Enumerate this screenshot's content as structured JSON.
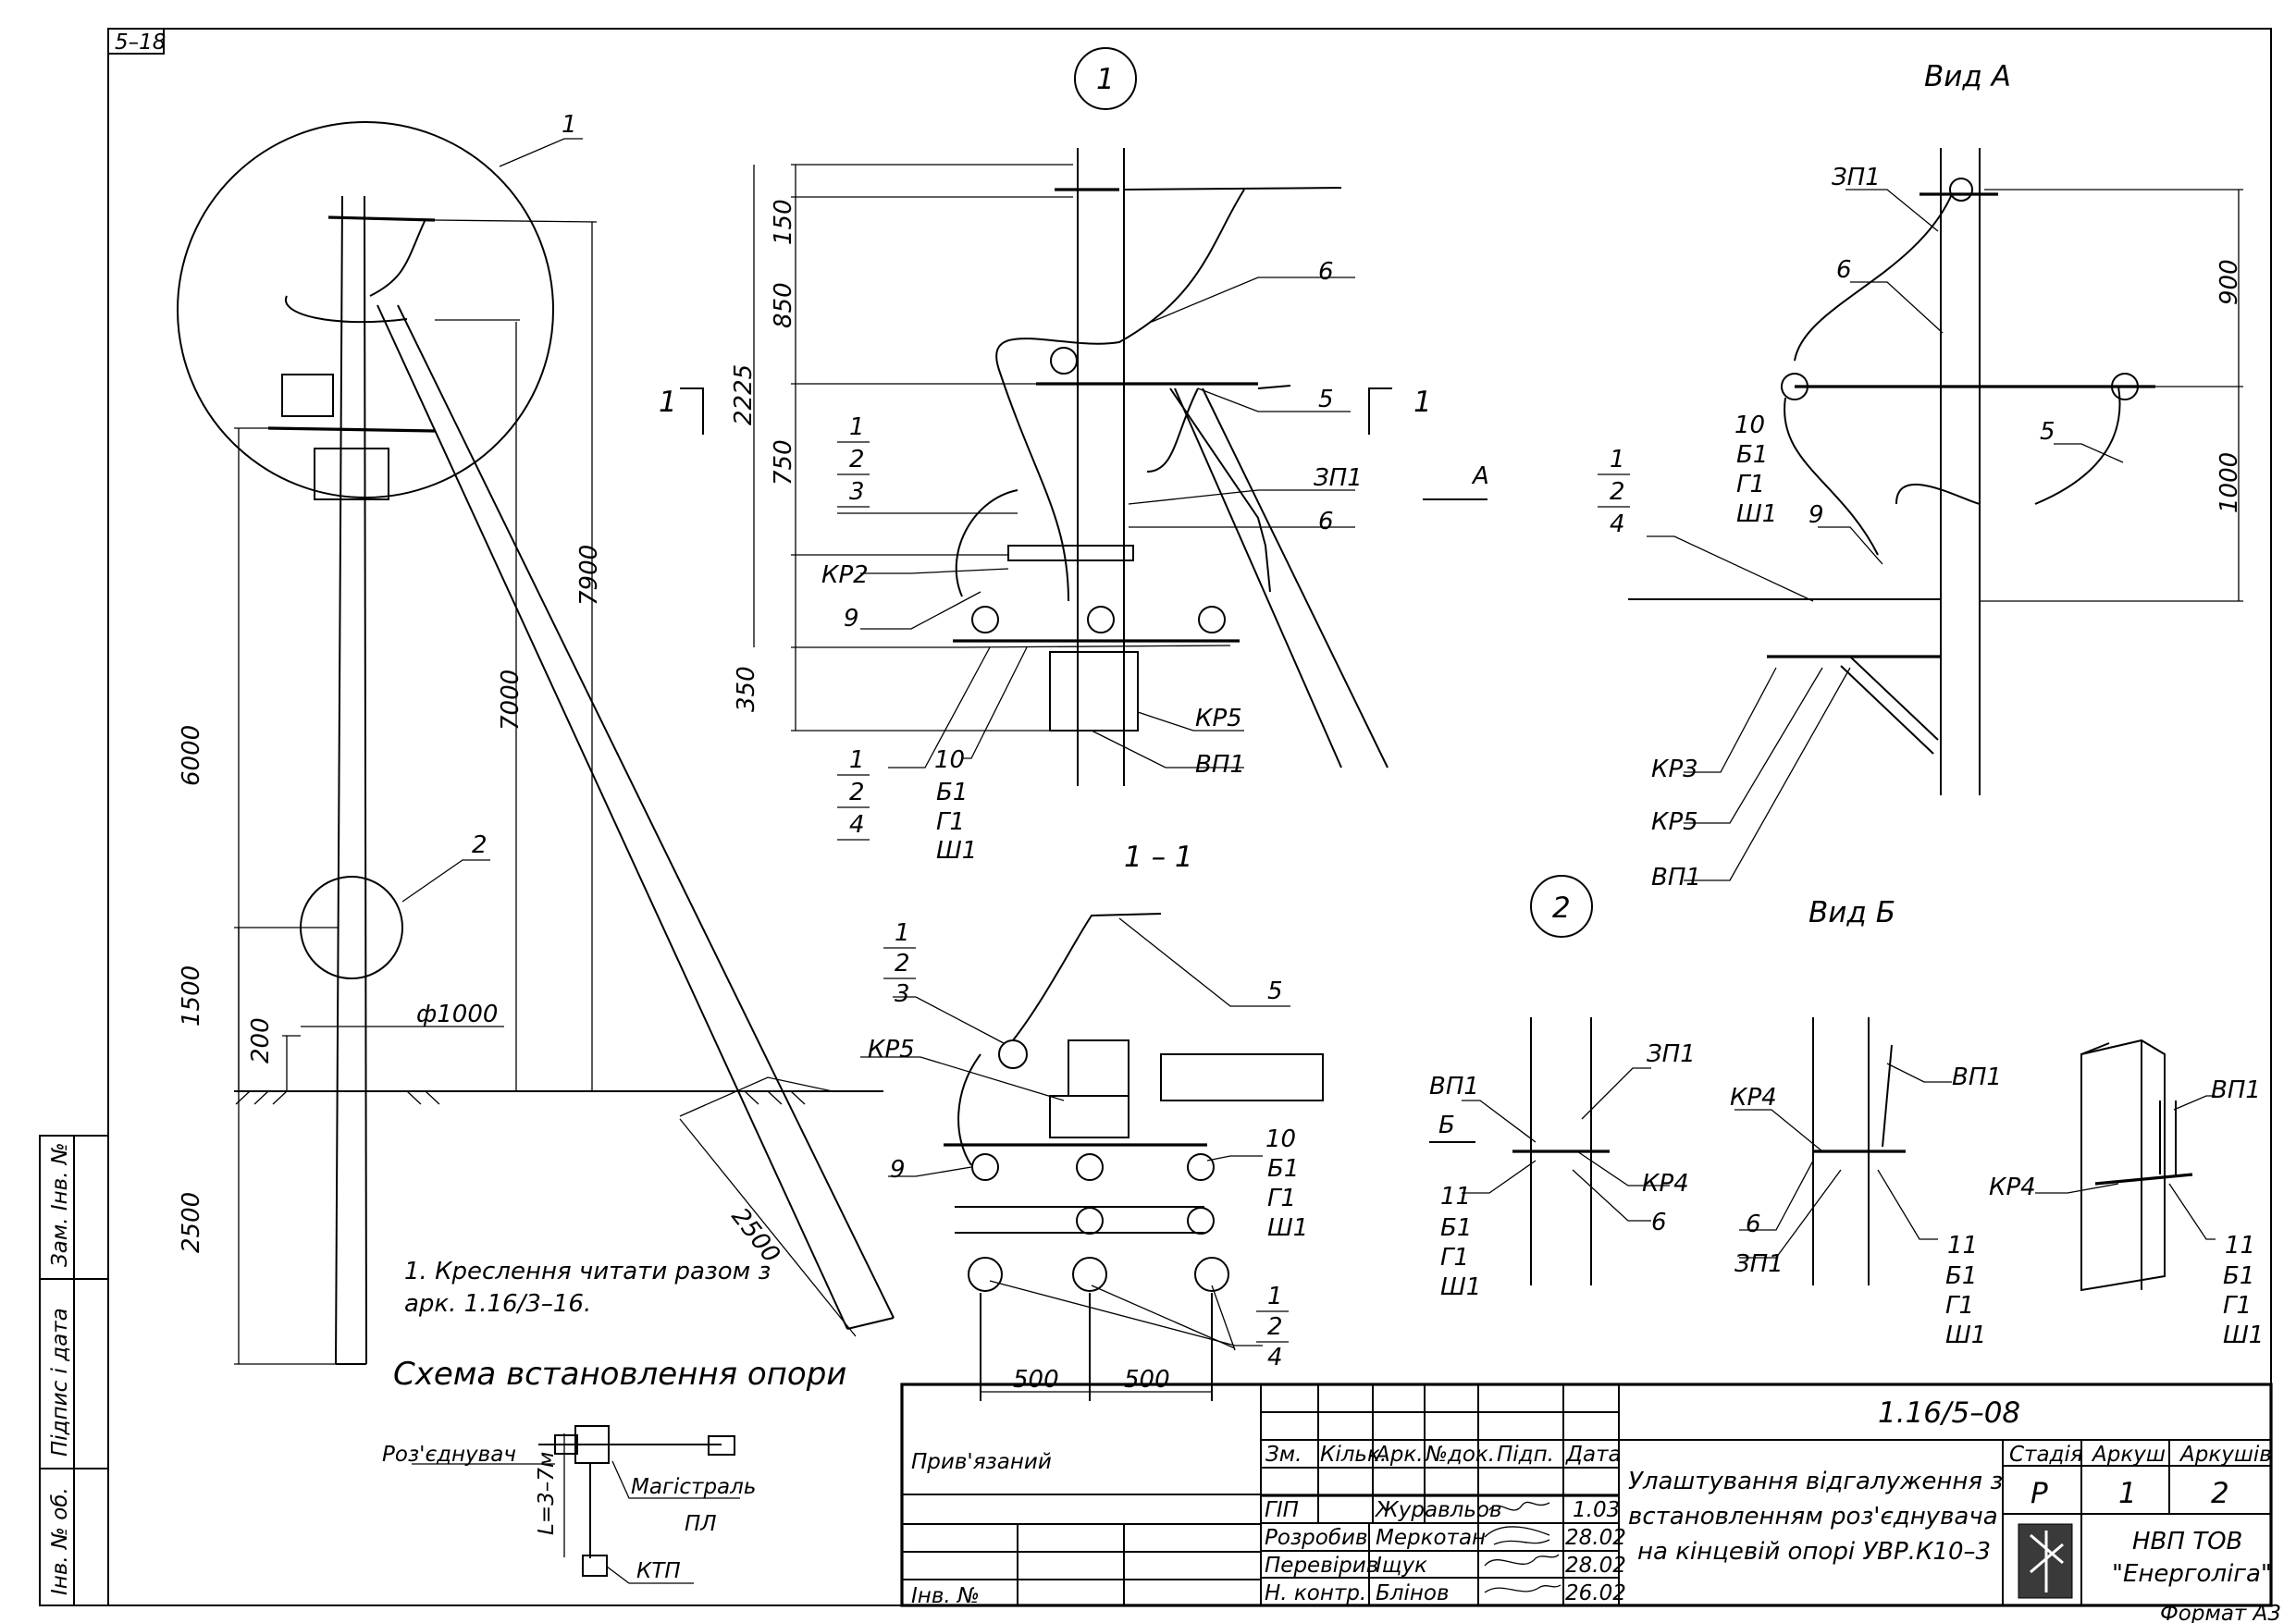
{
  "sheet_code": "5–18",
  "detail_markers": {
    "d1": "1",
    "d2": "2"
  },
  "view_titles": {
    "view_a": "Вид А",
    "view_b": "Вид Б",
    "section": "1 – 1"
  },
  "notes": {
    "note1_line1": "1. Креслення читати разом з",
    "note1_line2": "арк. 1.16/3–16."
  },
  "scheme": {
    "title": "Схема встановлення опори",
    "switch": "Роз'єднувач",
    "main_line_1": "Магістраль",
    "main_line_2": "ПЛ",
    "ktp": "КТП",
    "distance": "L=3–7м"
  },
  "dims": {
    "d150": "150",
    "d850": "850",
    "d2225": "2225",
    "d750": "750",
    "d350": "350",
    "d7900": "7900",
    "d7000": "7000",
    "d6000": "6000",
    "d1500": "1500",
    "d200": "200",
    "d2500": "2500",
    "d2500b": "2500",
    "dia1000": "ф1000",
    "d900": "900",
    "d1000": "1000",
    "d500a": "500",
    "d500b": "500"
  },
  "labels": {
    "n1": "1",
    "n2": "2",
    "n3": "3",
    "n4": "4",
    "n5": "5",
    "n6": "6",
    "n9": "9",
    "n10": "10",
    "n11": "11",
    "zp1": "ЗП1",
    "kp2": "КР2",
    "kp3": "КР3",
    "kp4": "КР4",
    "kp5": "КР5",
    "vp1": "ВП1",
    "b1": "Б1",
    "g1": "Г1",
    "sh1": "Ш1",
    "arrow_a": "А",
    "arrow_b": "Б",
    "cut1": "1"
  },
  "title_block": {
    "doc_code": "1.16/5–08",
    "title_l1": "Улаштування відгалуження з",
    "title_l2": "встановленням роз'єднувача",
    "title_l3": "на кінцевій опорі УВР.К10–3",
    "linked": "Прив'язаний",
    "inv_no": "Інв. №",
    "hdr_zm": "Зм.",
    "hdr_kilk": "Кільк.",
    "hdr_ark": "Арк.",
    "hdr_ndok": "№док.",
    "hdr_pidp": "Підп.",
    "hdr_data": "Дата",
    "stage_h": "Стадія",
    "sheet_h": "Аркуш",
    "sheets_h": "Аркушів",
    "stage": "Р",
    "sheet": "1",
    "sheets": "2",
    "company_l1": "НВП ТОВ",
    "company_l2": "\"Енерголіга\"",
    "format": "Формат А3",
    "rows": [
      {
        "role": "ГІП",
        "name": "Журавльов",
        "date": "1.03"
      },
      {
        "role": "Розробив",
        "name": "Меркотан",
        "date": "28.02"
      },
      {
        "role": "Перевірив",
        "name": "Іщук",
        "date": "28.02"
      },
      {
        "role": "Н. контр.",
        "name": "Блінов",
        "date": "26.02"
      }
    ]
  },
  "side_stamp": {
    "zam_inv": "Зам. Інв. №",
    "pidpys_data": "Підпис і дата",
    "inv_orig": "Інв. № об."
  }
}
